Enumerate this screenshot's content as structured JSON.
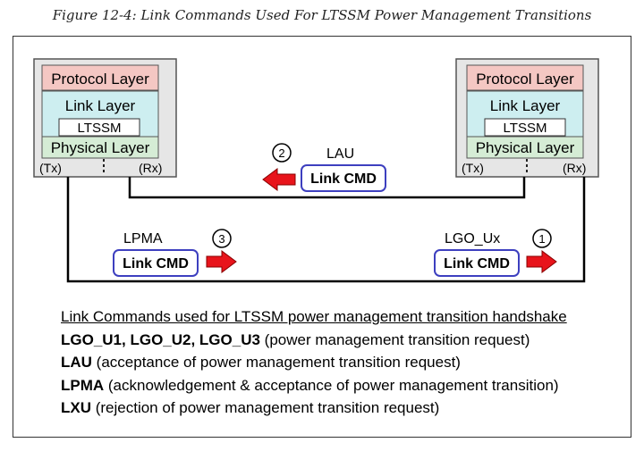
{
  "caption": "Figure 12-4: Link Commands Used For LTSSM Power Management Transitions",
  "device": {
    "protocol_layer": "Protocol Layer",
    "link_layer": "Link Layer",
    "ltssm": "LTSSM",
    "physical_layer": "Physical Layer",
    "tx": "(Tx)",
    "rx": "(Rx)"
  },
  "commands": [
    {
      "name": "LGO_Ux",
      "step": "1",
      "box": "Link CMD",
      "direction": "right"
    },
    {
      "name": "LAU",
      "step": "2",
      "box": "Link CMD",
      "direction": "left"
    },
    {
      "name": "LPMA",
      "step": "3",
      "box": "Link CMD",
      "direction": "right"
    }
  ],
  "colors": {
    "protocol": "#f4c7c3",
    "link": "#cdeef0",
    "physical": "#d5ecd5",
    "device_bg": "#e6e6e6",
    "cmd_border": "#3d3fbf",
    "arrow": "#e8141b"
  },
  "legend": {
    "header": "Link Commands used for LTSSM power management transition handshake",
    "items": [
      {
        "term": "LGO_U1, LGO_U2, LGO_U3",
        "desc": " (power management transition request)"
      },
      {
        "term": "LAU",
        "desc": " (acceptance of power management transition request)"
      },
      {
        "term": "LPMA",
        "desc": " (acknowledgement & acceptance of power management transition)"
      },
      {
        "term": "LXU",
        "desc": " (rejection of power management transition request)"
      }
    ]
  }
}
